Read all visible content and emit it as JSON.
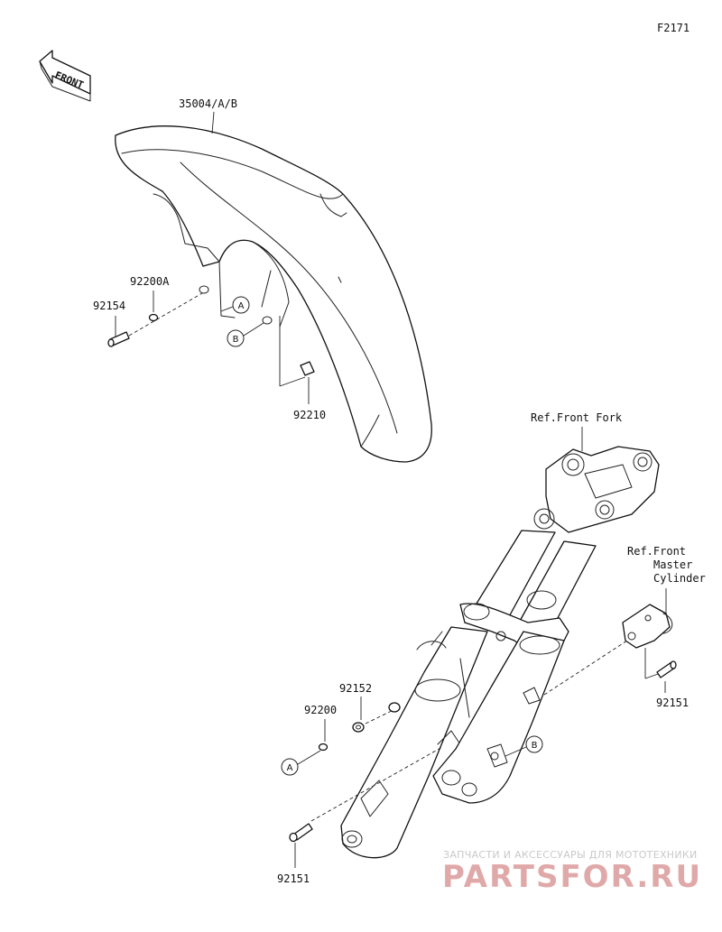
{
  "diagram": {
    "id": "F2171",
    "front_label": "FRONT",
    "parts": {
      "fender": "35004/A/B",
      "washer_a": "92200A",
      "bolt_upper": "92154",
      "nut": "92210",
      "collar": "92152",
      "washer": "92200",
      "bolt_right": "92151",
      "bolt_lower": "92151"
    },
    "refs": {
      "front_fork": "Ref.Front Fork",
      "master_cyl_1": "Ref.Front",
      "master_cyl_2": "Master",
      "master_cyl_3": "Cylinder"
    },
    "markers": {
      "a": "A",
      "b": "B"
    }
  },
  "watermark": {
    "line1": "ЗАПЧАСТИ И АКСЕССУАРЫ ДЛЯ МОТОТЕХНИКИ",
    "line2": "PARTSFOR.RU"
  }
}
